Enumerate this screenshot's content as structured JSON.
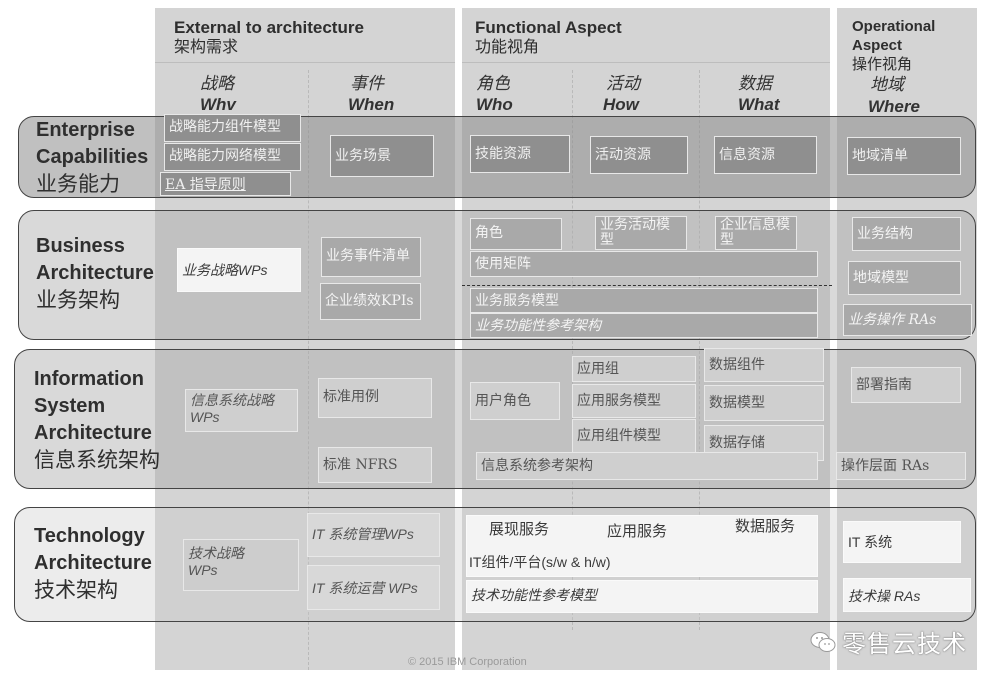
{
  "columns": {
    "external": {
      "title": "External to architecture",
      "title_cn": "架构需求",
      "sub": [
        {
          "cn": "战略",
          "en": "Whv"
        },
        {
          "cn": "事件",
          "en": "When"
        }
      ]
    },
    "functional": {
      "title": "Functional Aspect",
      "title_cn": "功能视角",
      "sub": [
        {
          "cn": "角色",
          "en": "Who"
        },
        {
          "cn": "活动",
          "en": "How"
        },
        {
          "cn": "数据",
          "en": "What"
        }
      ]
    },
    "operational": {
      "title_line1": "Operational",
      "title_line2": "Aspect",
      "title_cn": "操作视角",
      "sub": [
        {
          "cn": "地域",
          "en": "Where"
        }
      ]
    }
  },
  "rows": [
    {
      "title_line1": "Enterprise",
      "title_line2": "Capabilities",
      "title_cn": "业务能力"
    },
    {
      "title_line1": "Business",
      "title_line2": "Architecture",
      "title_cn": "业务架构"
    },
    {
      "title_line1": "Information",
      "title_line2": "System",
      "title_line3": "Architecture",
      "title_cn": "信息系统架构"
    },
    {
      "title_line1": "Technology",
      "title_line2": "Architecture",
      "title_cn": "技术架构"
    }
  ],
  "cells": {
    "enterprise": {
      "why_1": "战略能力组件模型",
      "why_2": "战略能力网络模型",
      "why_3": "EA 指导原则",
      "when_1": "业务场景",
      "who_1": "技能资源",
      "how_1": "活动资源",
      "what_1": "信息资源",
      "where_1": "地域清单"
    },
    "business": {
      "why_1": "业务战略WPs",
      "when_1": "业务事件清单",
      "when_2": "企业绩效KPIs",
      "who_1": "角色",
      "how_1": "业务活动模型",
      "what_1": "企业信息模型",
      "usage_matrix": "使用矩阵",
      "service_model": "业务服务模型",
      "functional_ref": "业务功能性参考架构",
      "where_1": "业务结构",
      "where_2": "地域模型",
      "where_3": "业务操作 RAs"
    },
    "information": {
      "why_1": "信息系统战略",
      "why_1b": "WPs",
      "when_1": "标准用例",
      "when_2": "标准 NFRS",
      "who_1": "用户角色",
      "how_1": "应用组",
      "how_2": "应用服务模型",
      "how_3": "应用组件模型",
      "what_1": "数据组件",
      "what_2": "数据模型",
      "what_3": "数据存储",
      "ref_arch": "信息系统参考架构",
      "where_1": "部署指南",
      "where_2": "操作层面 RAs"
    },
    "technology": {
      "why_1": "技术战略",
      "why_1b": "WPs",
      "when_1": "IT 系统管理WPs",
      "when_2": "IT 系统运营 WPs",
      "presentation": "展现服务",
      "application": "应用服务",
      "data": "数据服务",
      "platform": "IT组件/平台(s/w & h/w)",
      "functional_ref": "技术功能性参考模型",
      "where_1": "IT 系统",
      "where_2": "技术操 RAs"
    }
  },
  "footer": {
    "copyright": "© 2015 IBM Corporation"
  },
  "watermark": {
    "icon": "wechat-icon",
    "text": "零售云技术"
  }
}
